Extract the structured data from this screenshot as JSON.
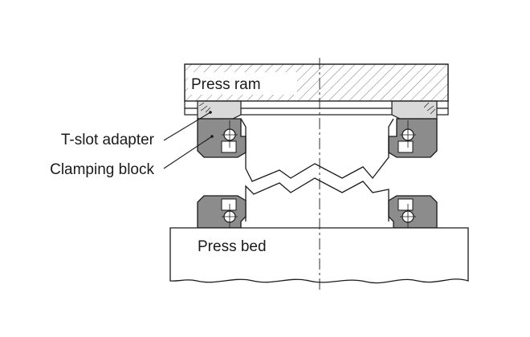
{
  "labels": {
    "press_ram": "Press ram",
    "t_slot_adapter": "T-slot adapter",
    "clamping_block": "Clamping block",
    "press_bed": "Press bed"
  },
  "colors": {
    "line": "#1a1a1a",
    "block_fill": "#8c8c8c",
    "adapter_fill": "#d9d9d9",
    "background": "#ffffff"
  }
}
